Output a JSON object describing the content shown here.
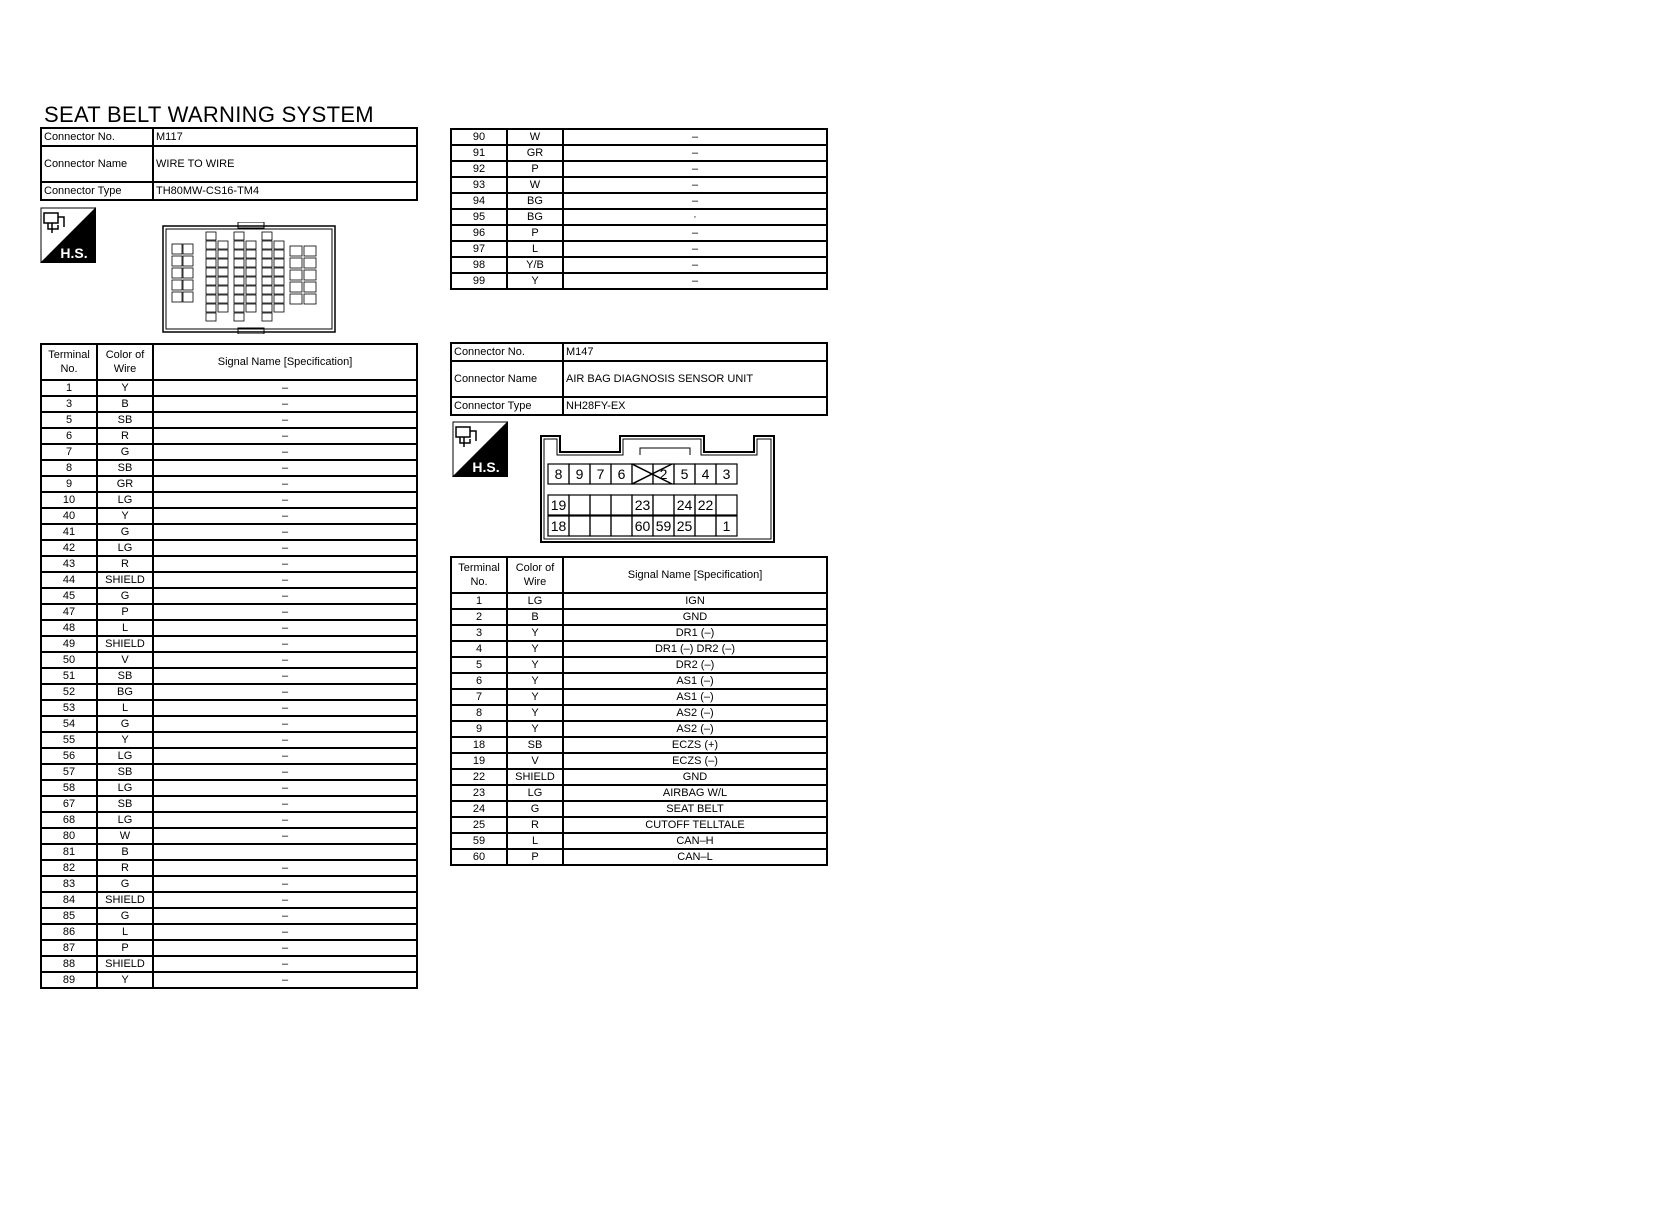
{
  "title": "SEAT BELT WARNING SYSTEM",
  "icon_label": "H.S.",
  "connectors": {
    "m117": {
      "labels": {
        "no": "Connector No.",
        "name": "Connector Name",
        "type": "Connector Type"
      },
      "values": {
        "no": "M117",
        "name": "WIRE TO WIRE",
        "type": "TH80MW-CS16-TM4"
      },
      "headers": {
        "terminal": "Terminal No.",
        "color": "Color of Wire",
        "signal": "Signal Name [Specification]"
      },
      "rows_a": [
        [
          "1",
          "Y",
          "–"
        ],
        [
          "3",
          "B",
          "–"
        ],
        [
          "5",
          "SB",
          "–"
        ],
        [
          "6",
          "R",
          "–"
        ],
        [
          "7",
          "G",
          "–"
        ],
        [
          "8",
          "SB",
          "–"
        ],
        [
          "9",
          "GR",
          "–"
        ],
        [
          "10",
          "LG",
          "–"
        ],
        [
          "40",
          "Y",
          "–"
        ],
        [
          "41",
          "G",
          "–"
        ],
        [
          "42",
          "LG",
          "–"
        ],
        [
          "43",
          "R",
          "–"
        ],
        [
          "44",
          "SHIELD",
          "–"
        ],
        [
          "45",
          "G",
          "–"
        ],
        [
          "47",
          "P",
          "–"
        ],
        [
          "48",
          "L",
          "–"
        ],
        [
          "49",
          "SHIELD",
          "–"
        ],
        [
          "50",
          "V",
          "–"
        ],
        [
          "51",
          "SB",
          "–"
        ],
        [
          "52",
          "BG",
          "–"
        ],
        [
          "53",
          "L",
          "–"
        ],
        [
          "54",
          "G",
          "–"
        ],
        [
          "55",
          "Y",
          "–"
        ],
        [
          "56",
          "LG",
          "–"
        ],
        [
          "57",
          "SB",
          "–"
        ],
        [
          "58",
          "LG",
          "–"
        ],
        [
          "67",
          "SB",
          "–"
        ],
        [
          "68",
          "LG",
          "–"
        ],
        [
          "80",
          "W",
          "–"
        ],
        [
          "81",
          "B",
          ""
        ],
        [
          "82",
          "R",
          "–"
        ],
        [
          "83",
          "G",
          "–"
        ],
        [
          "84",
          "SHIELD",
          "–"
        ],
        [
          "85",
          "G",
          "–"
        ],
        [
          "86",
          "L",
          "–"
        ],
        [
          "87",
          "P",
          "–"
        ],
        [
          "88",
          "SHIELD",
          "–"
        ],
        [
          "89",
          "Y",
          "–"
        ]
      ],
      "rows_b": [
        [
          "90",
          "W",
          "–"
        ],
        [
          "91",
          "GR",
          "–"
        ],
        [
          "92",
          "P",
          "–"
        ],
        [
          "93",
          "W",
          "–"
        ],
        [
          "94",
          "BG",
          "–"
        ],
        [
          "95",
          "BG",
          "·"
        ],
        [
          "96",
          "P",
          "–"
        ],
        [
          "97",
          "L",
          "–"
        ],
        [
          "98",
          "Y/B",
          "–"
        ],
        [
          "99",
          "Y",
          "–"
        ]
      ]
    },
    "m147": {
      "labels": {
        "no": "Connector No.",
        "name": "Connector Name",
        "type": "Connector Type"
      },
      "values": {
        "no": "M147",
        "name": "AIR BAG DIAGNOSIS SENSOR UNIT",
        "type": "NH28FY-EX"
      },
      "headers": {
        "terminal": "Terminal No.",
        "color": "Color of Wire",
        "signal": "Signal Name [Specification]"
      },
      "pin_layout": {
        "row1": [
          "8",
          "9",
          "7",
          "6",
          "",
          "2",
          "5",
          "4",
          "3"
        ],
        "row2": [
          "19",
          "",
          "",
          "",
          "23",
          "",
          "24",
          "22",
          ""
        ],
        "row3": [
          "18",
          "",
          "",
          "",
          "60",
          "59",
          "25",
          "",
          "1"
        ]
      },
      "rows": [
        [
          "1",
          "LG",
          "IGN"
        ],
        [
          "2",
          "B",
          "GND"
        ],
        [
          "3",
          "Y",
          "DR1 (–)"
        ],
        [
          "4",
          "Y",
          "DR1 (–) DR2 (–)"
        ],
        [
          "5",
          "Y",
          "DR2 (–)"
        ],
        [
          "6",
          "Y",
          "AS1 (–)"
        ],
        [
          "7",
          "Y",
          "AS1 (–)"
        ],
        [
          "8",
          "Y",
          "AS2 (–)"
        ],
        [
          "9",
          "Y",
          "AS2 (–)"
        ],
        [
          "18",
          "SB",
          "ECZS (+)"
        ],
        [
          "19",
          "V",
          "ECZS (–)"
        ],
        [
          "22",
          "SHIELD",
          "GND"
        ],
        [
          "23",
          "LG",
          "AIRBAG W/L"
        ],
        [
          "24",
          "G",
          "SEAT BELT"
        ],
        [
          "25",
          "R",
          "CUTOFF TELLTALE"
        ],
        [
          "59",
          "L",
          "CAN–H"
        ],
        [
          "60",
          "P",
          "CAN–L"
        ]
      ]
    }
  }
}
